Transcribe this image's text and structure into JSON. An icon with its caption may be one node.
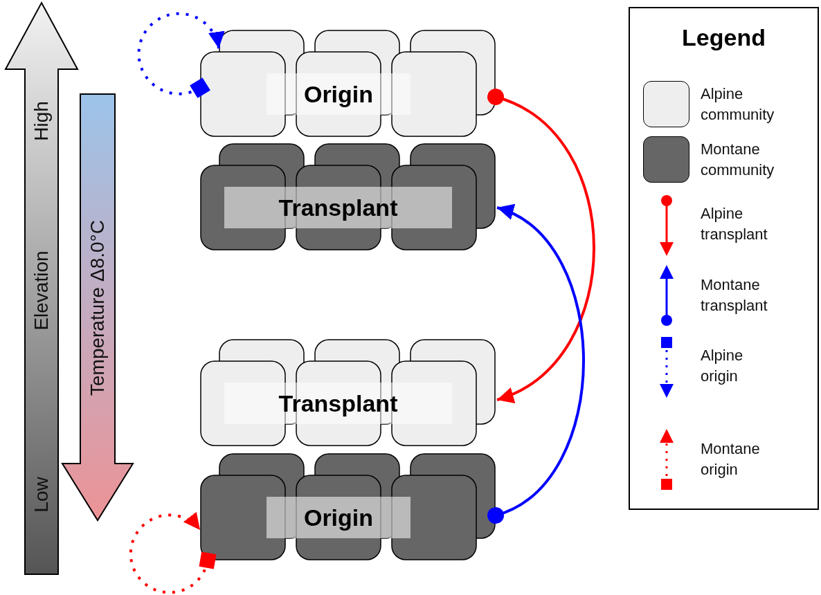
{
  "diagram": {
    "nodes": [
      {
        "text": [
          "Origin"
        ]
      },
      {
        "text": [
          "Transplant"
        ]
      },
      {
        "text": [
          "Transplant"
        ]
      },
      {
        "text": [
          "Origin"
        ]
      }
    ],
    "edges": [
      {
        "from": 0,
        "to": 2,
        "arrow": "to",
        "color": "#ff0000"
      },
      {
        "from": 3,
        "to": 1,
        "arrow": "to",
        "color": "#0000ff"
      },
      {
        "from": 0,
        "to": 0,
        "arrow": "to",
        "style": "dashed",
        "color": "#0000ff"
      },
      {
        "from": 3,
        "to": 3,
        "arrow": "to",
        "style": "dashed",
        "color": "#ff0000"
      }
    ],
    "labels": [
      "High",
      "Elevation",
      "Low",
      "Temperature Δ8.0°C",
      "Legend"
    ],
    "legend": [
      {
        "text": "Alpine community",
        "color": "#eeeeee"
      },
      {
        "text": "Montane community",
        "color": "#666666"
      },
      {
        "text": "Alpine transplant"
      },
      {
        "text": "Montane transplant"
      },
      {
        "text": "Alpine origin"
      },
      {
        "text": "Montane origin"
      }
    ]
  }
}
